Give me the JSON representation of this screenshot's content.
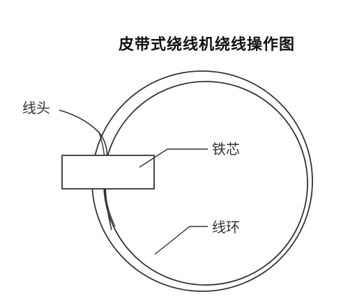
{
  "title": "皮带式绕线机绕线操作图",
  "labels": {
    "wire_end": "线头",
    "iron_core": "铁芯",
    "wire_loop": "线环"
  },
  "colors": {
    "line": "#333333",
    "text": "#333333",
    "background": "#ffffff"
  }
}
